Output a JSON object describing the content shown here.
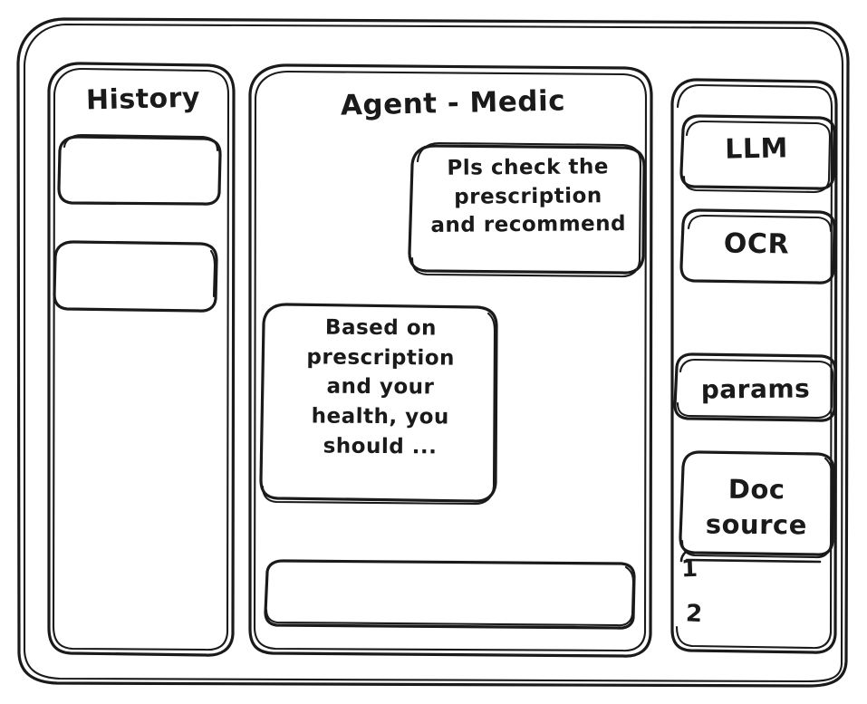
{
  "meta": {
    "style": "hand-drawn wireframe sketch",
    "stroke_color": "#1a1a1a",
    "background_color": "#ffffff"
  },
  "window": {
    "name": "app-window-frame"
  },
  "sidebar": {
    "title": "History",
    "items": [
      {
        "label": "",
        "name": "history-item-1"
      },
      {
        "label": "",
        "name": "history-item-2"
      }
    ]
  },
  "main": {
    "title": "Agent - Medic",
    "messages": [
      {
        "role": "user",
        "text": "Pls check the\nprescription\nand recommend"
      },
      {
        "role": "assistant",
        "text": "Based on\nprescription\nand your\nhealth, you\nshould ..."
      }
    ],
    "composer": {
      "value": "",
      "placeholder": ""
    }
  },
  "tools_panel": {
    "items": [
      {
        "label": "LLM"
      },
      {
        "label": "OCR"
      },
      {
        "label": "params"
      },
      {
        "label": "Doc\nsource"
      }
    ],
    "doc_sources": [
      {
        "label": "1"
      },
      {
        "label": "2"
      }
    ]
  }
}
